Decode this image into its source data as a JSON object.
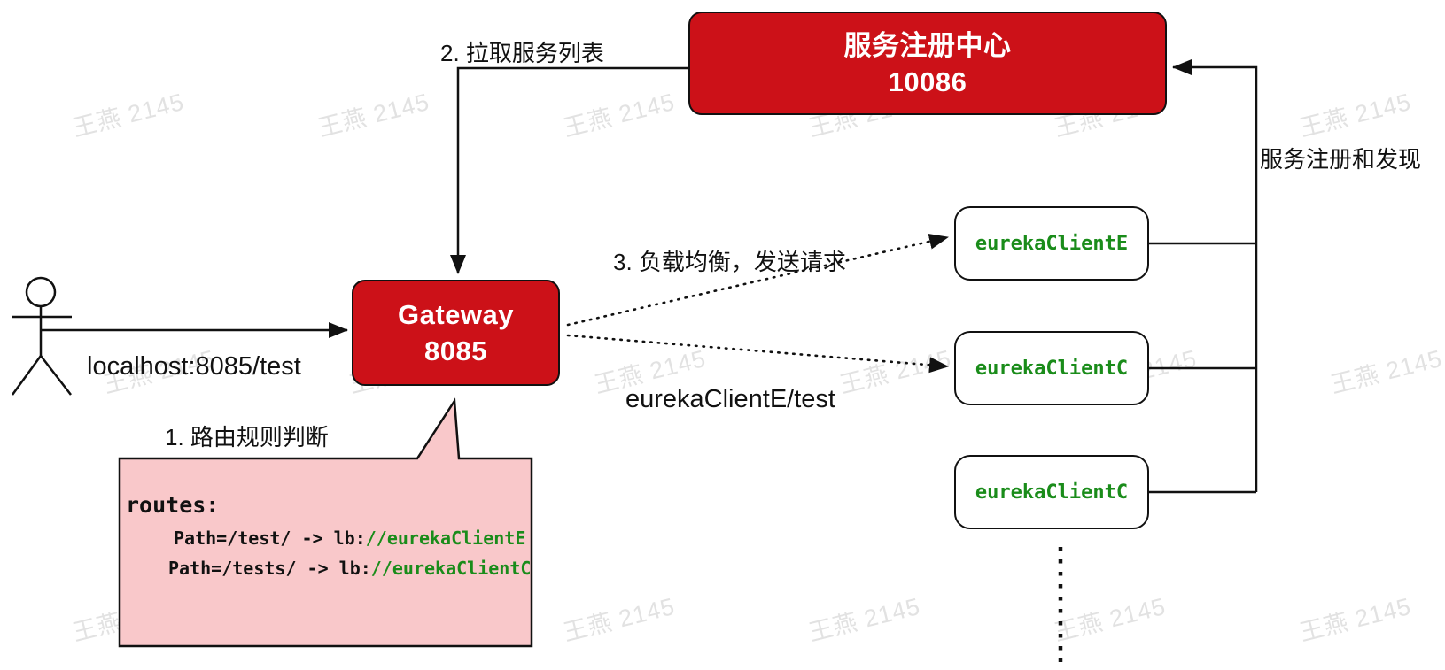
{
  "colors": {
    "node_fill": "#cc1118",
    "node_text": "#ffffff",
    "callout_fill": "#f9c8ca",
    "green": "#1a8c1a",
    "line": "#111111",
    "watermark": "#e2e2e2"
  },
  "nodes": {
    "registry": {
      "title": "服务注册中心",
      "port": "10086"
    },
    "gateway": {
      "title": "Gateway",
      "port": "8085"
    },
    "clients": [
      {
        "label": "eurekaClientE"
      },
      {
        "label": "eurekaClientC"
      },
      {
        "label": "eurekaClientC"
      }
    ]
  },
  "labels": {
    "request": "localhost:8085/test",
    "step1": "1. 路由规则判断",
    "step2": "2. 拉取服务列表",
    "step3": "3. 负载均衡，发送请求",
    "forward": "eurekaClientE/test",
    "register": "服务注册和发现"
  },
  "callout": {
    "heading": "routes:",
    "rules": [
      {
        "path": "Path=/test/ -> lb:",
        "target": "//eurekaClientE"
      },
      {
        "path": "Path=/tests/ -> lb:",
        "target": "//eurekaClientC"
      }
    ]
  },
  "watermark": {
    "text": "王燕 2145"
  }
}
